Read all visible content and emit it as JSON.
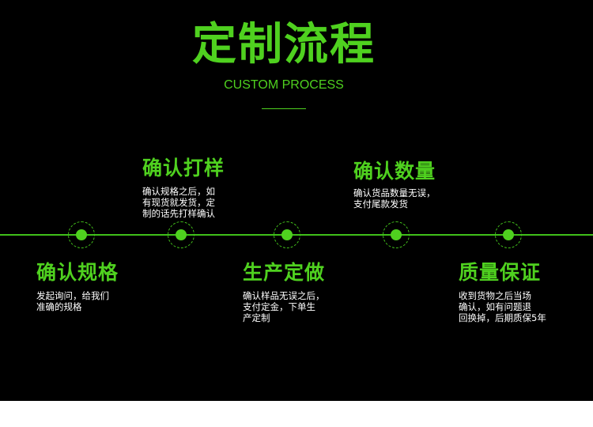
{
  "header": {
    "title": "定制流程",
    "subtitle": "CUSTOM PROCESS"
  },
  "colors": {
    "accent": "#4fd11f",
    "background": "#000000"
  },
  "steps": [
    {
      "title": "确认规格",
      "desc": "发起询问，给我们\n准确的规格"
    },
    {
      "title": "确认打样",
      "desc": "确认规格之后，如\n有现货就发货，定\n制的话先打样确认"
    },
    {
      "title": "生产定做",
      "desc": "确认样品无误之后，\n支付定金，下单生\n产定制"
    },
    {
      "title": "确认数量",
      "desc": "确认货品数量无误，\n支付尾款发货"
    },
    {
      "title": "质量保证",
      "desc": "收到货物之后当场\n确认，如有问题退\n回换掉，后期质保5年"
    }
  ]
}
